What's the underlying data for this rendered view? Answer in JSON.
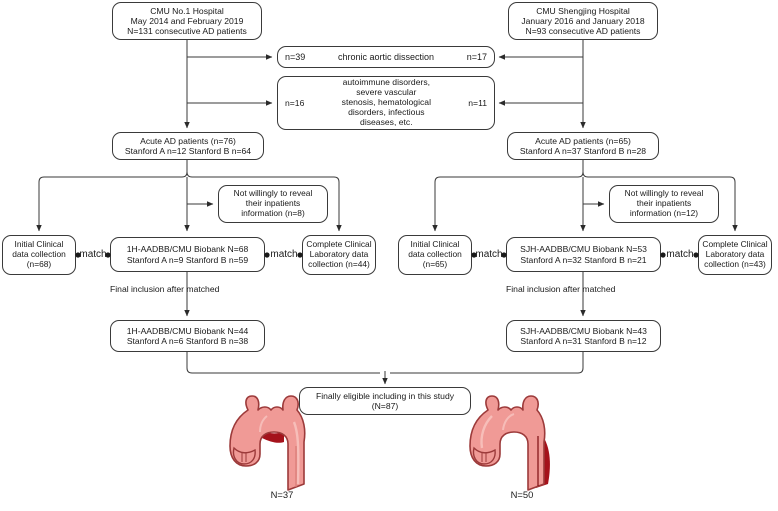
{
  "diagram": {
    "title": "Patient enrollment flowchart",
    "line_color": "#3a3a3a",
    "box_border_color": "#3a3a3a",
    "text_color": "#1a1a1a",
    "aorta_color": "#ef8a8a",
    "aorta_dark": "#b01a1a"
  },
  "sources": {
    "left": {
      "line1": "CMU No.1 Hospital",
      "line2": "May 2014 and February 2019",
      "line3": "N=131 consecutive AD patients"
    },
    "right": {
      "line1": "CMU Shengjing Hospital",
      "line2": "January 2016 and January 2018",
      "line3": "N=93 consecutive AD patients"
    }
  },
  "exclusions": {
    "chronic": {
      "left_n": "n=39",
      "reason": "chronic aortic dissection",
      "right_n": "n=17"
    },
    "comorbid": {
      "left_n": "n=16",
      "reason_line1": "autoimmune disorders,",
      "reason_line2": "severe vascular",
      "reason_line3": "stenosis, hematological",
      "reason_line4": "disorders, infectious",
      "reason_line5": "diseases, etc.",
      "right_n": "n=11"
    }
  },
  "acute": {
    "left": {
      "line1": "Acute AD patients (n=76)",
      "line2": "Stanford A n=12 Stanford B n=64"
    },
    "right": {
      "line1": "Acute AD patients (n=65)",
      "line2": "Stanford A n=37 Stanford B n=28"
    }
  },
  "unwilling": {
    "left": {
      "line1": "Not willingly to reveal",
      "line2": "their inpatients",
      "line3": "information (n=8)"
    },
    "right": {
      "line1": "Not willingly to reveal",
      "line2": "their inpatients",
      "line3": "information (n=12)"
    }
  },
  "initial_clinical": {
    "left": {
      "line1": "Initial Clinical",
      "line2": "data collection",
      "line3": "(n=68)"
    },
    "right": {
      "line1": "Initial Clinical",
      "line2": "data collection",
      "line3": "(n=65)"
    }
  },
  "biobank": {
    "left": {
      "line1": "1H-AADBB/CMU Biobank N=68",
      "line2": "Stanford A n=9 Stanford B n=59"
    },
    "right": {
      "line1": "SJH-AADBB/CMU Biobank N=53",
      "line2": "Stanford A n=32 Stanford B n=21"
    }
  },
  "lab_collection": {
    "left": {
      "line1": "Complete Clinical",
      "line2": "Laboratory data",
      "line3": "collection (n=44)"
    },
    "right": {
      "line1": "Complete Clinical",
      "line2": "Laboratory data",
      "line3": "collection (n=43)"
    }
  },
  "match_labels": {
    "left_inner": "match",
    "left_outer": "match",
    "right_inner": "match",
    "right_outer": "match"
  },
  "final_inclusion_label": {
    "left": "Final inclusion after matched",
    "right": "Final inclusion after matched"
  },
  "final_biobank": {
    "left": {
      "line1": "1H-AADBB/CMU Biobank N=44",
      "line2": "Stanford A n=6 Stanford B n=38"
    },
    "right": {
      "line1": "SJH-AADBB/CMU Biobank N=43",
      "line2": "Stanford A n=31 Stanford B n=12"
    }
  },
  "eligible": {
    "line1": "Finally eligible including in this study",
    "line2": "(N=87)"
  },
  "aorta_captions": {
    "type_a": "N=37",
    "type_b": "N=50"
  },
  "icons": {
    "aorta_type_a": "aorta-type-a-dissection-icon",
    "aorta_type_b": "aorta-type-b-dissection-icon"
  }
}
